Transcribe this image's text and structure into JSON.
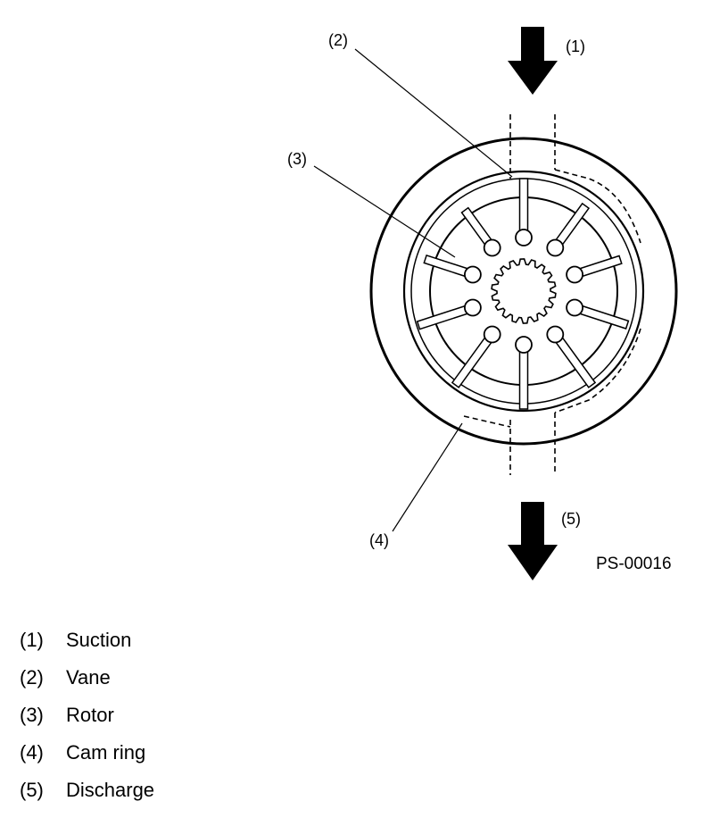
{
  "diagram": {
    "figure_id": "PS-00016",
    "callouts": {
      "c1": "(1)",
      "c2": "(2)",
      "c3": "(3)",
      "c4": "(4)",
      "c5": "(5)"
    }
  },
  "legend": [
    {
      "num": "(1)",
      "text": "Suction"
    },
    {
      "num": "(2)",
      "text": "Vane"
    },
    {
      "num": "(3)",
      "text": "Rotor"
    },
    {
      "num": "(4)",
      "text": "Cam ring"
    },
    {
      "num": "(5)",
      "text": "Discharge"
    }
  ]
}
